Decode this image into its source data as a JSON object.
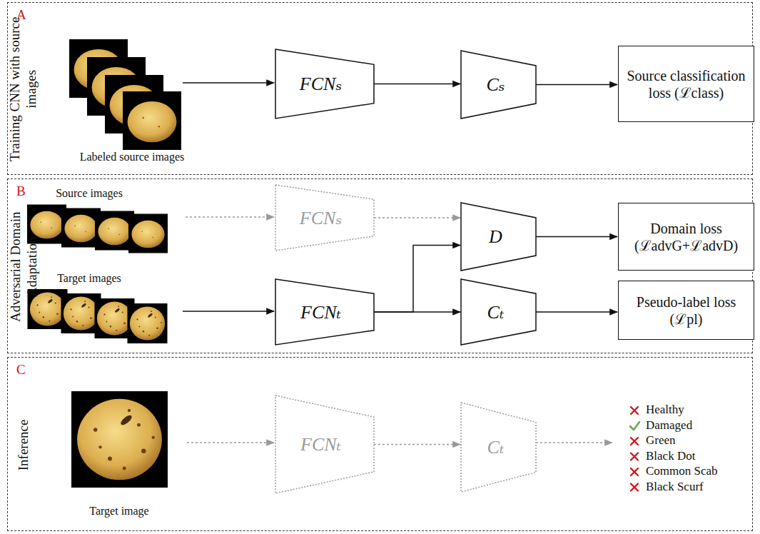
{
  "diagram": {
    "nodes": [
      {
        "text": [
          "A",
          "Training CNN with source images"
        ]
      },
      {
        "text": [
          "FCNₛ"
        ],
        "in": 0
      },
      {
        "text": [
          "Cₛ"
        ],
        "in": 0
      },
      {
        "text": [
          "Source classification loss (ℒclass)"
        ],
        "in": 0
      },
      {
        "text": [
          "B",
          "Adversarial Domain Adaptation"
        ]
      },
      {
        "text": [
          "FCNₛ"
        ],
        "in": 4
      },
      {
        "text": [
          "D"
        ],
        "in": 4
      },
      {
        "text": [
          "Domain loss (ℒadvG+ℒadvD)"
        ],
        "in": 4
      },
      {
        "text": [
          "FCNₜ"
        ],
        "in": 4
      },
      {
        "text": [
          "Cₜ"
        ],
        "in": 4
      },
      {
        "text": [
          "Pseudo-label loss (ℒpl)"
        ],
        "in": 4
      },
      {
        "text": [
          "C",
          "Inference"
        ]
      },
      {
        "text": [
          "FCNₜ"
        ],
        "in": 11
      },
      {
        "text": [
          "Cₜ"
        ],
        "in": 11
      }
    ],
    "edges": [
      {
        "from": 1,
        "to": 2,
        "arrow": "to"
      },
      {
        "from": 2,
        "to": 3,
        "arrow": "to"
      },
      {
        "from": 5,
        "to": 6,
        "arrow": "to"
      },
      {
        "from": 6,
        "to": 7,
        "arrow": "to"
      },
      {
        "from": 8,
        "to": 6,
        "arrow": "to"
      },
      {
        "from": 8,
        "to": 9,
        "arrow": "to"
      },
      {
        "from": 9,
        "to": 10,
        "arrow": "to"
      },
      {
        "from": 12,
        "to": 13,
        "arrow": "to"
      }
    ],
    "labels": [
      "Labeled source images",
      "Source images",
      "Target images",
      "Target image",
      "Healthy",
      "Damaged",
      "Green",
      "Black Dot",
      "Common Scab",
      "Black Scurf"
    ]
  }
}
